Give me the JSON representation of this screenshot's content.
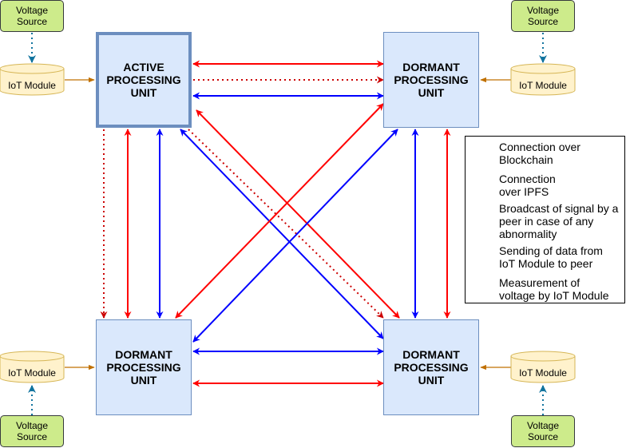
{
  "nodes": {
    "active": "ACTIVE PROCESSING UNIT",
    "dormant_tr": "DORMANT PROCESSING UNIT",
    "dormant_bl": "DORMANT PROCESSING UNIT",
    "dormant_br": "DORMANT PROCESSING UNIT"
  },
  "voltage_sources": {
    "tl": "Voltage Source",
    "tr": "Voltage Source",
    "bl": "Voltage Source",
    "br": "Voltage Source"
  },
  "iot_modules": {
    "tl": "IoT Module",
    "tr": "IoT Module",
    "bl": "IoT Module",
    "br": "IoT Module"
  },
  "legend": {
    "blockchain": "Connection over Blockchain",
    "ipfs": "Connection over IPFS",
    "broadcast": "Broadcast of signal by a peer in case of any abnormality",
    "sending": "Sending of data from IoT Module to peer",
    "measurement": "Measurement of voltage by IoT Module"
  },
  "colors": {
    "blockchain": "#ff0000",
    "ipfs": "#0000ff",
    "broadcast": "#cc0000",
    "sending": "#c07000",
    "measurement": "#10739e",
    "unit_fill": "#dae8fc",
    "unit_border": "#6c8ebf",
    "voltage_fill": "#cdeb8b",
    "iot_fill": "#fff2cc",
    "iot_border": "#d6b656"
  }
}
